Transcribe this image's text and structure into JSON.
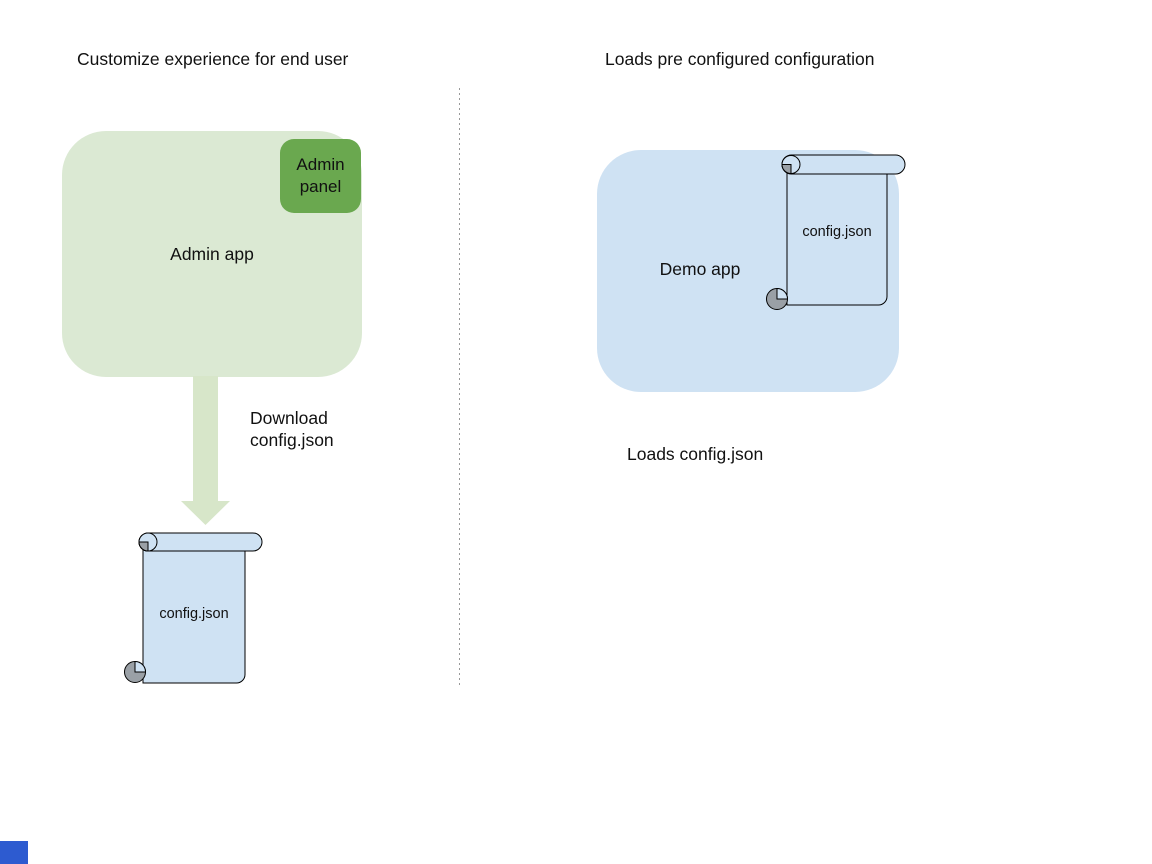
{
  "colors": {
    "admin_app_fill": "#dbe9d3",
    "admin_panel_fill": "#6aa84f",
    "arrow_fill": "#d7e6c9",
    "file_fill": "#cfe2f3",
    "curl_shade": "#9aa0a6",
    "outline": "#000000",
    "divider": "#999999",
    "text": "#111111",
    "corner_fragment_fill": "#2d5bd0"
  },
  "left": {
    "title": "Customize experience for end user",
    "admin_app_label": "Admin app",
    "admin_panel_label": "Admin panel",
    "arrow_caption": "Download\nconfig.json",
    "file_label": "config.json"
  },
  "right": {
    "title": "Loads pre configured configuration",
    "demo_app_label": "Demo app",
    "file_label": "config.json",
    "caption": "Loads config.json"
  }
}
